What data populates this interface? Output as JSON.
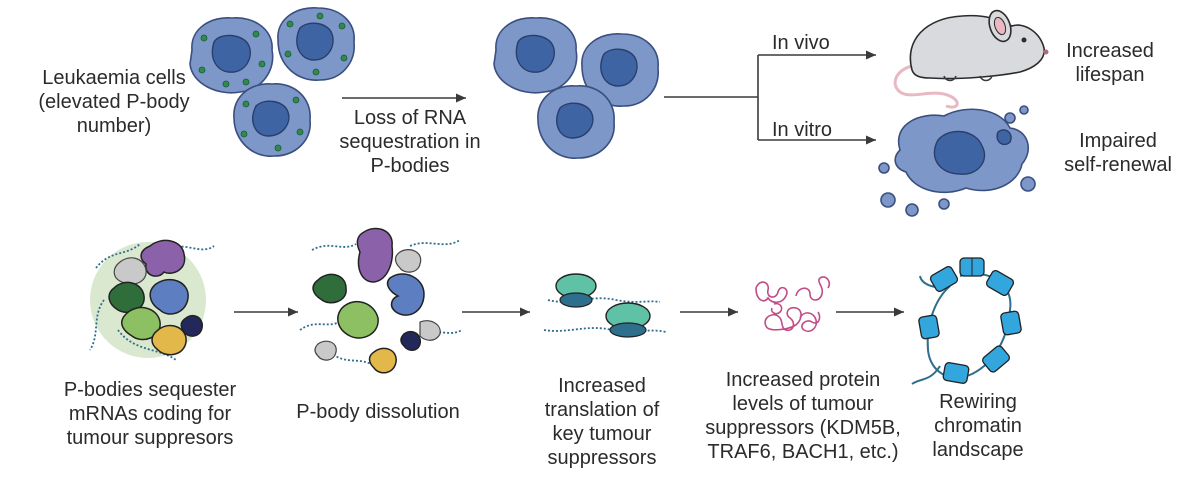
{
  "labels": {
    "leukaemia_cells": "Leukaemia cells\n(elevated P-body\nnumber)",
    "loss_of_sequestration": "Loss of RNA\nsequestration in\nP-bodies",
    "in_vivo": "In vivo",
    "in_vitro": "In vitro",
    "increased_lifespan": "Increased\nlifespan",
    "impaired_self_renewal": "Impaired\nself-renewal",
    "p_bodies_sequester": "P-bodies sequester\nmRNAs coding for\ntumour suppresors",
    "p_body_dissolution": "P-body dissolution",
    "increased_translation": "Increased\ntranslation of\nkey tumour\nsuppressors",
    "increased_protein_levels": "Increased protein\nlevels of tumour\nsuppressors (KDM5B,\nTRAF6, BACH1, etc.)",
    "rewiring_chromatin": "Rewiring\nchromatin\nlandscape"
  },
  "colors": {
    "cell_fill": "#7e97c9",
    "cell_edge": "#3a4f7f",
    "nucleus": "#3f64a4",
    "pbody_dot": "#2f8a4e",
    "arrow": "#3a3a3a",
    "mouse": "#d9dadd",
    "mouse_tail": "#e9b8c3",
    "rna": "#2e6f8e",
    "ribosome": "#5fc2a6",
    "protein": "#c14d86",
    "nucleosome": "#33a6dd",
    "pbody_purple": "#8b62aa",
    "pbody_green": "#2f6e3b",
    "pbody_lime": "#8cc062",
    "pbody_yellow": "#e3b84a",
    "pbody_navy": "#23285a",
    "pbody_blue": "#5d7fc1",
    "pbody_halo": "#d9e8cf"
  }
}
